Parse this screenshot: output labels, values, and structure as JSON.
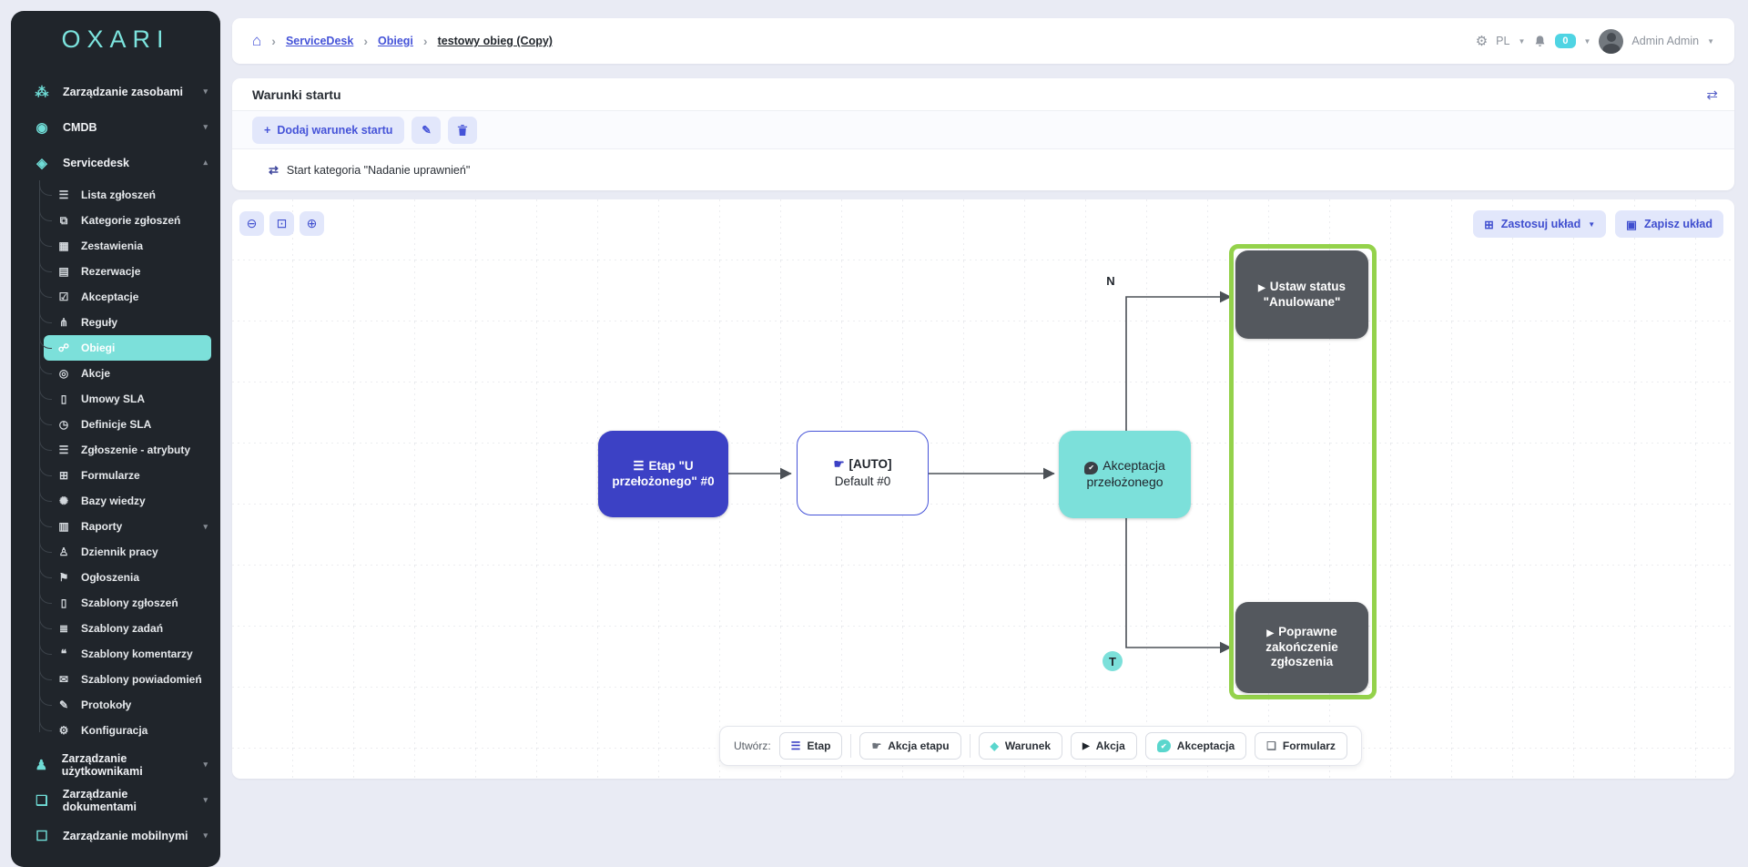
{
  "colors": {
    "accent_teal": "#6fdcd6",
    "active_item_bg": "#7ce0da",
    "accent_indigo": "#4553d8",
    "node_indigo": "#3c41c5",
    "node_teal": "#7ce0da",
    "node_dark": "#54585e",
    "green_container_border": "#94d24b",
    "badge_cyan": "#4fd4e3",
    "sidebar_bg": "#20252b"
  },
  "icons": {
    "network": "⁂",
    "cluster": "◉",
    "headset": "◈",
    "list": "☰",
    "copies": "⧉",
    "table": "▦",
    "calendar": "▤",
    "check-list": "☑",
    "branch": "⋔",
    "workflow": "☍",
    "target": "◎",
    "contract": "▯",
    "timer": "◷",
    "attributes": "☰",
    "form": "⊞",
    "knowledge": "✺",
    "report": "▥",
    "worklog": "♙",
    "announcement": "⚑",
    "template-doc": "▯",
    "template-tasks": "≣",
    "template-comment": "❝",
    "template-mail": "✉",
    "protocol": "✎",
    "config": "⚙",
    "users": "♟",
    "documents": "❏",
    "mobile": "☐",
    "home": "⌂",
    "gear": "⚙",
    "chevron-down": "▾",
    "chevron-up": "▴",
    "crumb-sep": "›",
    "plus": "+",
    "pencil": "✎",
    "repeat": "⇄",
    "zoom-out": "⊖",
    "zoom-fit": "⊡",
    "zoom-in": "⊕",
    "layout": "⊞",
    "save": "▣",
    "caret-down": "▼",
    "layers": "☰",
    "hand": "☛",
    "diamond": "◆",
    "play": "▶",
    "check": "✔",
    "document": "❏"
  },
  "sidebar": {
    "logo": "OXARI",
    "top_sections": [
      {
        "id": "zarzadzanie-zasobami",
        "label": "Zarządzanie zasobami",
        "icon": "network",
        "expanded": false
      },
      {
        "id": "cmdb",
        "label": "CMDB",
        "icon": "cluster",
        "expanded": false
      },
      {
        "id": "servicedesk",
        "label": "Servicedesk",
        "icon": "headset",
        "expanded": true
      }
    ],
    "servicedesk_items": [
      {
        "id": "lista-zgloszen",
        "label": "Lista zgłoszeń",
        "icon": "list"
      },
      {
        "id": "kategorie-zgloszen",
        "label": "Kategorie zgłoszeń",
        "icon": "copies"
      },
      {
        "id": "zestawienia",
        "label": "Zestawienia",
        "icon": "table"
      },
      {
        "id": "rezerwacje",
        "label": "Rezerwacje",
        "icon": "calendar"
      },
      {
        "id": "akceptacje",
        "label": "Akceptacje",
        "icon": "check-list"
      },
      {
        "id": "reguly",
        "label": "Reguły",
        "icon": "branch"
      },
      {
        "id": "obiegi",
        "label": "Obiegi",
        "icon": "workflow",
        "active": true
      },
      {
        "id": "akcje",
        "label": "Akcje",
        "icon": "target"
      },
      {
        "id": "umowy-sla",
        "label": "Umowy SLA",
        "icon": "contract"
      },
      {
        "id": "definicje-sla",
        "label": "Definicje SLA",
        "icon": "timer"
      },
      {
        "id": "zgloszenie-atrybuty",
        "label": "Zgłoszenie - atrybuty",
        "icon": "attributes"
      },
      {
        "id": "formularze",
        "label": "Formularze",
        "icon": "form"
      },
      {
        "id": "bazy-wiedzy",
        "label": "Bazy wiedzy",
        "icon": "knowledge"
      },
      {
        "id": "raporty",
        "label": "Raporty",
        "icon": "report",
        "chevron": true
      },
      {
        "id": "dziennik-pracy",
        "label": "Dziennik pracy",
        "icon": "worklog"
      },
      {
        "id": "ogloszenia",
        "label": "Ogłoszenia",
        "icon": "announcement"
      },
      {
        "id": "szablony-zgloszen",
        "label": "Szablony zgłoszeń",
        "icon": "template-doc"
      },
      {
        "id": "szablony-zadan",
        "label": "Szablony zadań",
        "icon": "template-tasks"
      },
      {
        "id": "szablony-komentarzy",
        "label": "Szablony komentarzy",
        "icon": "template-comment"
      },
      {
        "id": "szablony-powiadomien",
        "label": "Szablony powiadomień",
        "icon": "template-mail"
      },
      {
        "id": "protokoly",
        "label": "Protokoły",
        "icon": "protocol"
      },
      {
        "id": "konfiguracja",
        "label": "Konfiguracja",
        "icon": "config"
      }
    ],
    "bottom_sections": [
      {
        "id": "zarzadzanie-uzytkownikami",
        "label": "Zarządzanie użytkownikami",
        "icon": "users",
        "expanded": false
      },
      {
        "id": "zarzadzanie-dokumentami",
        "label": "Zarządzanie dokumentami",
        "icon": "documents",
        "expanded": false
      },
      {
        "id": "zarzadzanie-mobilnymi",
        "label": "Zarządzanie mobilnymi",
        "icon": "mobile",
        "expanded": false
      }
    ]
  },
  "header": {
    "breadcrumb": [
      {
        "label": "ServiceDesk",
        "current": false
      },
      {
        "label": "Obiegi",
        "current": false
      },
      {
        "label": "testowy obieg (Copy)",
        "current": true
      }
    ],
    "language": "PL",
    "notification_count": "0",
    "user_name": "Admin Admin"
  },
  "start_conditions": {
    "title": "Warunki startu",
    "add_button": "Dodaj warunek startu",
    "condition": "Start kategoria \"Nadanie uprawnień\""
  },
  "canvas": {
    "apply_layout_button": "Zastosuj układ",
    "save_layout_button": "Zapisz układ",
    "nodes": {
      "stage": {
        "label": "Etap \"U przełożonego\" #0"
      },
      "auto": {
        "title": "[AUTO]",
        "subtitle": "Default #0"
      },
      "acceptance": {
        "label": "Akceptacja przełożonego"
      },
      "cancel": {
        "label": "Ustaw status \"Anulowane\""
      },
      "finish": {
        "label": "Poprawne zakończenie zgłoszenia"
      }
    },
    "edge_labels": {
      "no": "N",
      "yes": "T"
    },
    "create_bar": {
      "label": "Utwórz:",
      "buttons": [
        {
          "id": "etap",
          "label": "Etap",
          "icon": "layers",
          "color": "ci-indigo",
          "sep_after": true
        },
        {
          "id": "akcja-etapu",
          "label": "Akcja etapu",
          "icon": "hand",
          "color": "ci-gray",
          "sep_after": true
        },
        {
          "id": "warunek",
          "label": "Warunek",
          "icon": "diamond",
          "color": "ci-teal"
        },
        {
          "id": "akcja",
          "label": "Akcja",
          "icon": "play",
          "color": "ci-black"
        },
        {
          "id": "akceptacja",
          "label": "Akceptacja",
          "icon": "check",
          "color": "bubble"
        },
        {
          "id": "formularz",
          "label": "Formularz",
          "icon": "document",
          "color": "ci-gray"
        }
      ]
    }
  }
}
